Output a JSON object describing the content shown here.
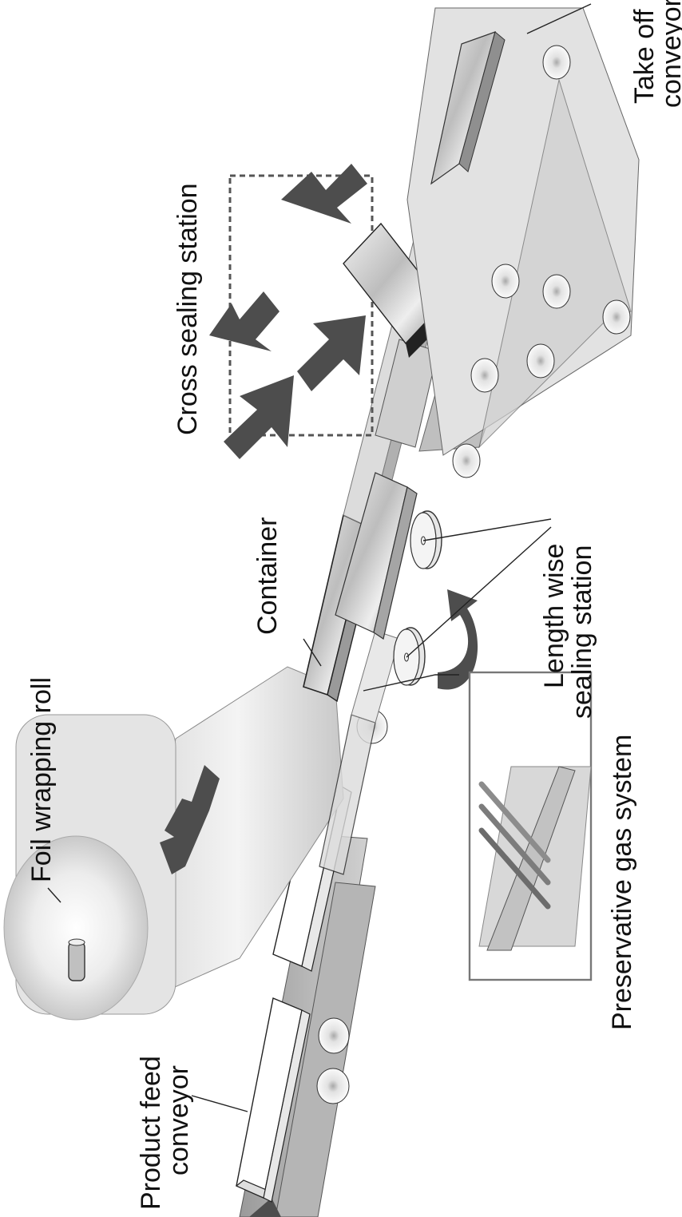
{
  "labels": {
    "foil_wrapping_roll": "Foil wrapping roll",
    "container": "Container",
    "cross_sealing_station": "Cross sealing station",
    "take_off_conveyor_line1": "Take off",
    "take_off_conveyor_line2": "conveyor",
    "product_feed_conveyor_line1": "Product feed",
    "product_feed_conveyor_line2": "conveyor",
    "length_wise_sealing_station_line1": "Length wise",
    "length_wise_sealing_station_line2": "sealing station",
    "preservative_gas_system": "Preservative gas system"
  },
  "colors": {
    "arrow": "#4d4d4d",
    "machine_light": "#e6e6e6",
    "machine_mid": "#c4c4c4",
    "machine_dark": "#8f8f8f",
    "outline": "#333333"
  }
}
